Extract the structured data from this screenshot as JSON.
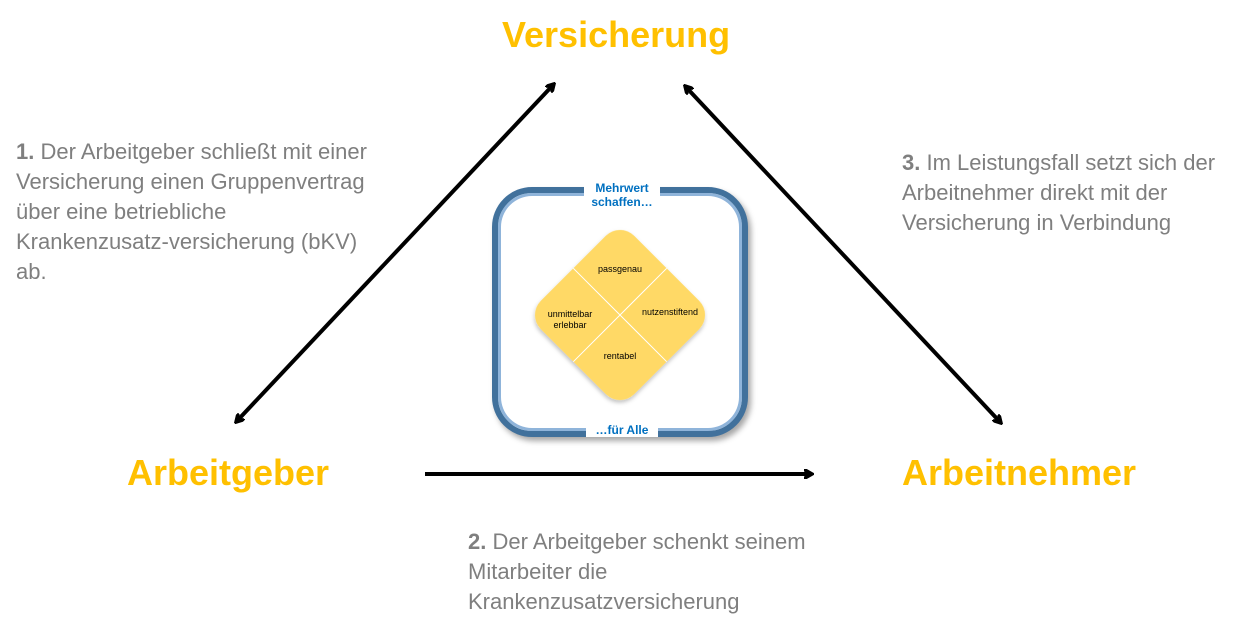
{
  "nodes": {
    "top": "Versicherung",
    "left": "Arbeitgeber",
    "right": "Arbeitnehmer"
  },
  "steps": {
    "step1": {
      "num": "1.",
      "text": " Der Arbeitgeber schließt mit einer Versicherung einen Gruppenvertrag über eine betriebliche Krankenzusatz-versicherung (bKV) ab."
    },
    "step2": {
      "num": "2.",
      "text": " Der Arbeitgeber schenkt seinem Mitarbeiter die Krankenzusatzversicherung"
    },
    "step3": {
      "num": "3.",
      "text": " Im Leistungsfall setzt sich der Arbeitnehmer direkt mit der Versicherung in Verbindung"
    }
  },
  "center": {
    "caption_top": "Mehrwert schaffen…",
    "caption_bottom": "…für Alle",
    "quadrants": {
      "top": "passgenau",
      "right": "nutzenstiftend",
      "bottom": "rentabel",
      "left": "unmittelbar erlebbar"
    }
  },
  "colors": {
    "node_text": "#FFC000",
    "step_text": "#7F7F7F",
    "caption_text": "#0070C0",
    "frame_border": "#41719C",
    "diamond_fill": "#FFD966",
    "arrow": "#000000"
  }
}
